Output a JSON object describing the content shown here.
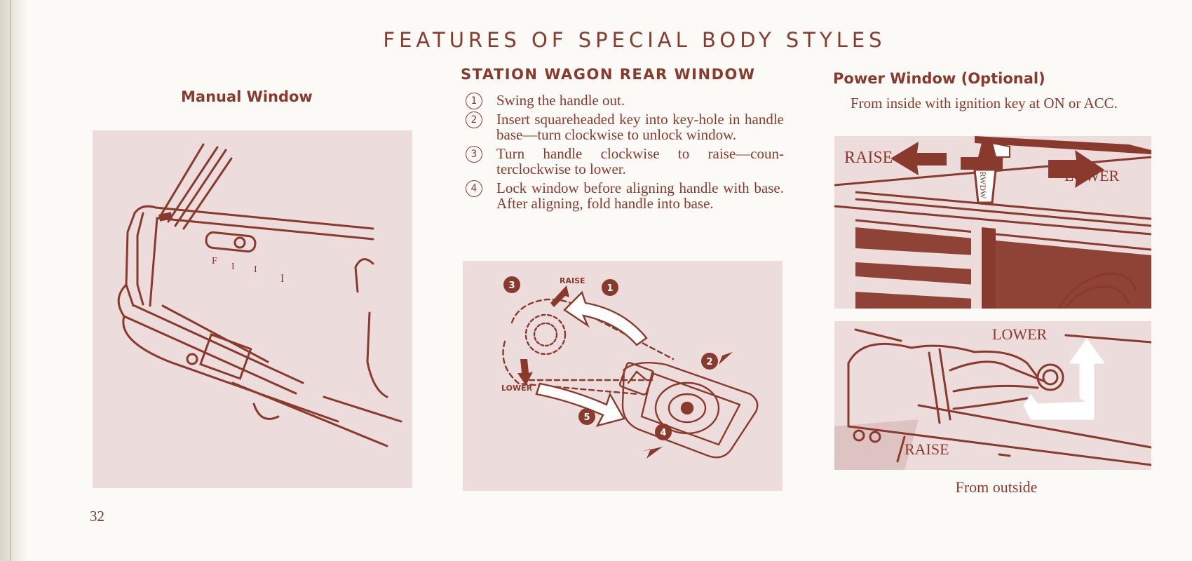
{
  "page": {
    "title": "FEATURES OF SPECIAL BODY STYLES",
    "page_number": "32"
  },
  "manual_window": {
    "heading": "Manual Window",
    "figure_letters": [
      "F",
      "I",
      "I",
      "I"
    ]
  },
  "station_wagon": {
    "heading": "STATION WAGON REAR WINDOW",
    "steps": [
      {
        "num": "1",
        "text": "Swing the handle out."
      },
      {
        "num": "2",
        "text": "Insert squareheaded key into key-hole in handle base—turn clockwise to unlock window."
      },
      {
        "num": "3",
        "text": "Turn handle clockwise to raise—coun-terclockwise to lower."
      },
      {
        "num": "4",
        "text": "Lock window before aligning handle with base. After aligning, fold handle into base."
      }
    ],
    "figure": {
      "raise_label": "RAISE",
      "lower_label": "LOWER",
      "markers": [
        "3",
        "1",
        "2",
        "5",
        "4"
      ]
    }
  },
  "power_window": {
    "heading": "Power Window (Optional)",
    "intro": "From inside with ignition key at ON or ACC.",
    "inside_figure": {
      "raise_label": "RAISE",
      "lower_label": "LOWER",
      "switch_letters": "RWDW"
    },
    "outside_figure": {
      "lower_label": "LOWER",
      "raise_label": "RAISE"
    },
    "caption": "From outside"
  },
  "colors": {
    "ink": "#8a3a2c",
    "panel": "#ecdcdc",
    "paper": "#fbfaf7"
  }
}
